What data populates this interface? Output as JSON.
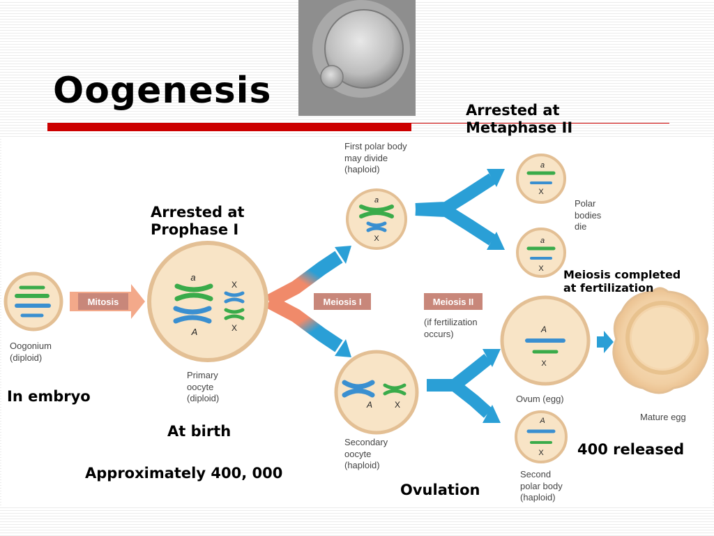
{
  "title": "Oogenesis",
  "labels": {
    "oogonium": [
      "Oogonium",
      "(diploid)"
    ],
    "primary_oocyte": [
      "Primary",
      "oocyte",
      "(diploid)"
    ],
    "first_polar_body": [
      "First polar body",
      "may divide",
      "(haploid)"
    ],
    "polar_bodies_die": [
      "Polar",
      "bodies",
      "die"
    ],
    "secondary_oocyte": [
      "Secondary",
      "oocyte",
      "(haploid)"
    ],
    "ovum": "Ovum (egg)",
    "mature_egg": "Mature egg",
    "second_polar_body": [
      "Second",
      "polar body",
      "(haploid)"
    ],
    "if_fertilization": [
      "(if fertilization",
      "occurs)"
    ]
  },
  "stages": {
    "mitosis": "Mitosis",
    "meiosis_1": "Meiosis I",
    "meiosis_2": "Meiosis II"
  },
  "chromosome_letters": {
    "upper": "a",
    "lower": "A",
    "x": "X"
  },
  "annotations": {
    "metaphase_2": [
      "Arrested at",
      "Metaphase II"
    ],
    "prophase_1": [
      "Arrested at",
      "Prophase I"
    ],
    "meiosis_completed": [
      "Meiosis completed",
      "at fertilization"
    ],
    "in_embryo": "In embryo",
    "at_birth": "At birth",
    "approx_400000": "Approximately 400, 000",
    "released_400": "400 released",
    "ovulation": "Ovulation"
  },
  "colors": {
    "accent_red": "#cc0000",
    "arrow_blue": "#2a9fd6",
    "arrow_salmon": "#f08a6a",
    "stage_box": "#c8877a",
    "cell_fill": "#f8e4c6",
    "cell_stroke": "#e3bf94",
    "chrom_green": "#3aab4a",
    "chrom_blue": "#3a8fd0"
  }
}
